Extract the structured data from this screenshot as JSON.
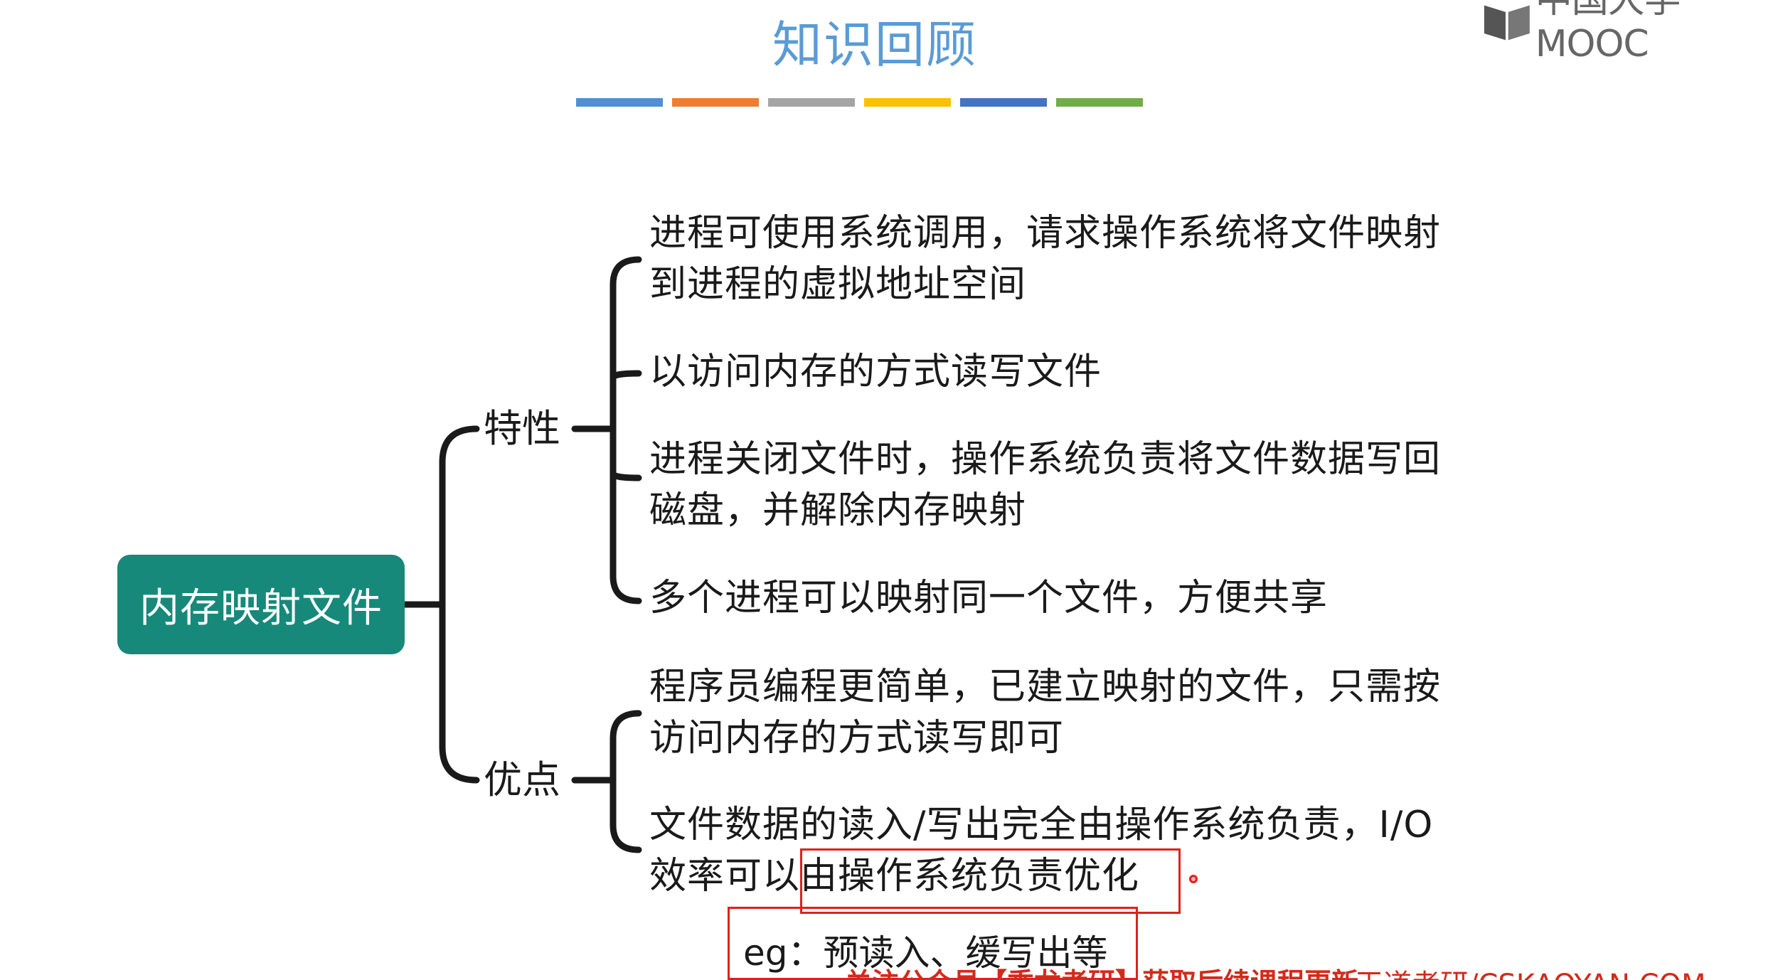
{
  "header": {
    "title": "知识回顾",
    "logo_text": "中国大学MOOC",
    "bar_colors": [
      "#4f8fd6",
      "#ed7d31",
      "#a5a5a5",
      "#ffc000",
      "#4472c4",
      "#70ad47"
    ]
  },
  "mindmap": {
    "root": "内存映射文件",
    "branches": [
      {
        "label": "特性",
        "items": [
          [
            "进程可使用系统调用，请求操作系统将文件映射",
            "到进程的虚拟地址空间"
          ],
          [
            "以访问内存的方式读写文件"
          ],
          [
            "进程关闭文件时，操作系统负责将文件数据写回",
            "磁盘，并解除内存映射"
          ],
          [
            "多个进程可以映射同一个文件，方便共享"
          ]
        ]
      },
      {
        "label": "优点",
        "items": [
          [
            "程序员编程更简单，已建立映射的文件，只需按",
            "访问内存的方式读写即可"
          ],
          [
            "文件数据的读入/写出完全由操作系统负责，I/O",
            "效率可以由操作系统负责优化"
          ]
        ]
      }
    ]
  },
  "annotation": {
    "example_text": "eg：预读入、缓写出等",
    "highlight_color": "#e0201e"
  },
  "footer": {
    "promo_text": "关注公众号【乘龙考研】获取后续课程更新",
    "site_text": "王道考研/CSKAOYAN.COM"
  },
  "colors": {
    "root_bg": "#16897a",
    "title": "#5b9bd5",
    "connector": "#1a1a1a"
  }
}
